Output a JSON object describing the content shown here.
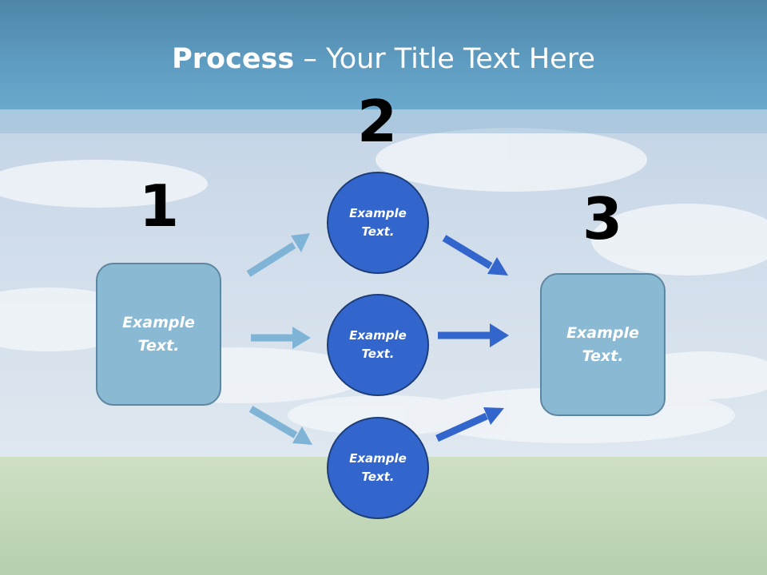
{
  "title": {
    "bold": "Process",
    "rest": " – Your Title Text Here"
  },
  "steps": [
    {
      "number": "1",
      "text": "Example Text."
    },
    {
      "number": "2",
      "circles": [
        "Example Text.",
        "Example Text.",
        "Example Text."
      ]
    },
    {
      "number": "3",
      "text": "Example Text."
    }
  ],
  "colors": {
    "box_fill": "#8ab9d3",
    "circle_fill": "#3366cc",
    "arrow_light": "#80b4d6",
    "arrow_dark": "#3366cc",
    "title_band": "#5f9dc2"
  }
}
